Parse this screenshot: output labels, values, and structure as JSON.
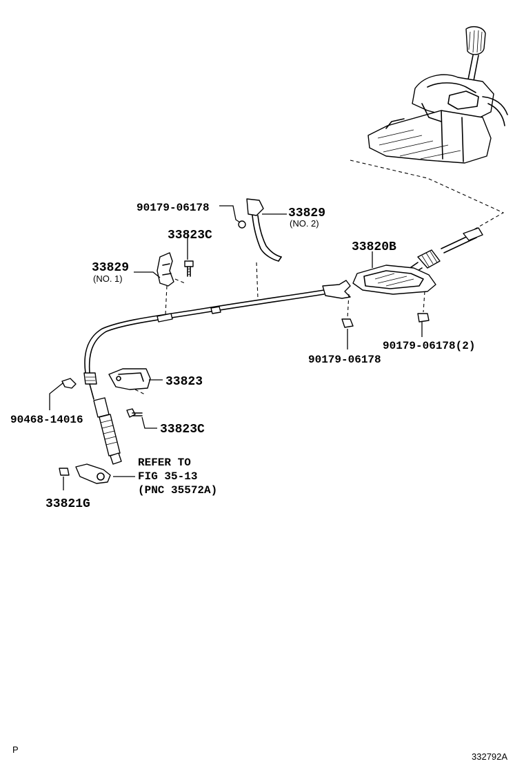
{
  "callouts": [
    {
      "id": "c1",
      "number": "90179-06178"
    },
    {
      "id": "c2",
      "number": "33829",
      "sub": "(NO. 2)"
    },
    {
      "id": "c3",
      "number": "33823C"
    },
    {
      "id": "c4",
      "number": "33829",
      "sub": "(NO. 1)"
    },
    {
      "id": "c5",
      "number": "33820B"
    },
    {
      "id": "c6",
      "number": "90179-06178"
    },
    {
      "id": "c7",
      "number": "90179-06178(2)"
    },
    {
      "id": "c8",
      "number": "33823"
    },
    {
      "id": "c9",
      "number": "90468-14016"
    },
    {
      "id": "c10",
      "number": "33823C"
    },
    {
      "id": "c11",
      "number": "33821G"
    }
  ],
  "reference_note": {
    "line1": "REFER TO",
    "line2": "FIG 35-13",
    "line3": "(PNC 35572A)"
  },
  "footer": {
    "left": "P",
    "right": "332792A"
  }
}
